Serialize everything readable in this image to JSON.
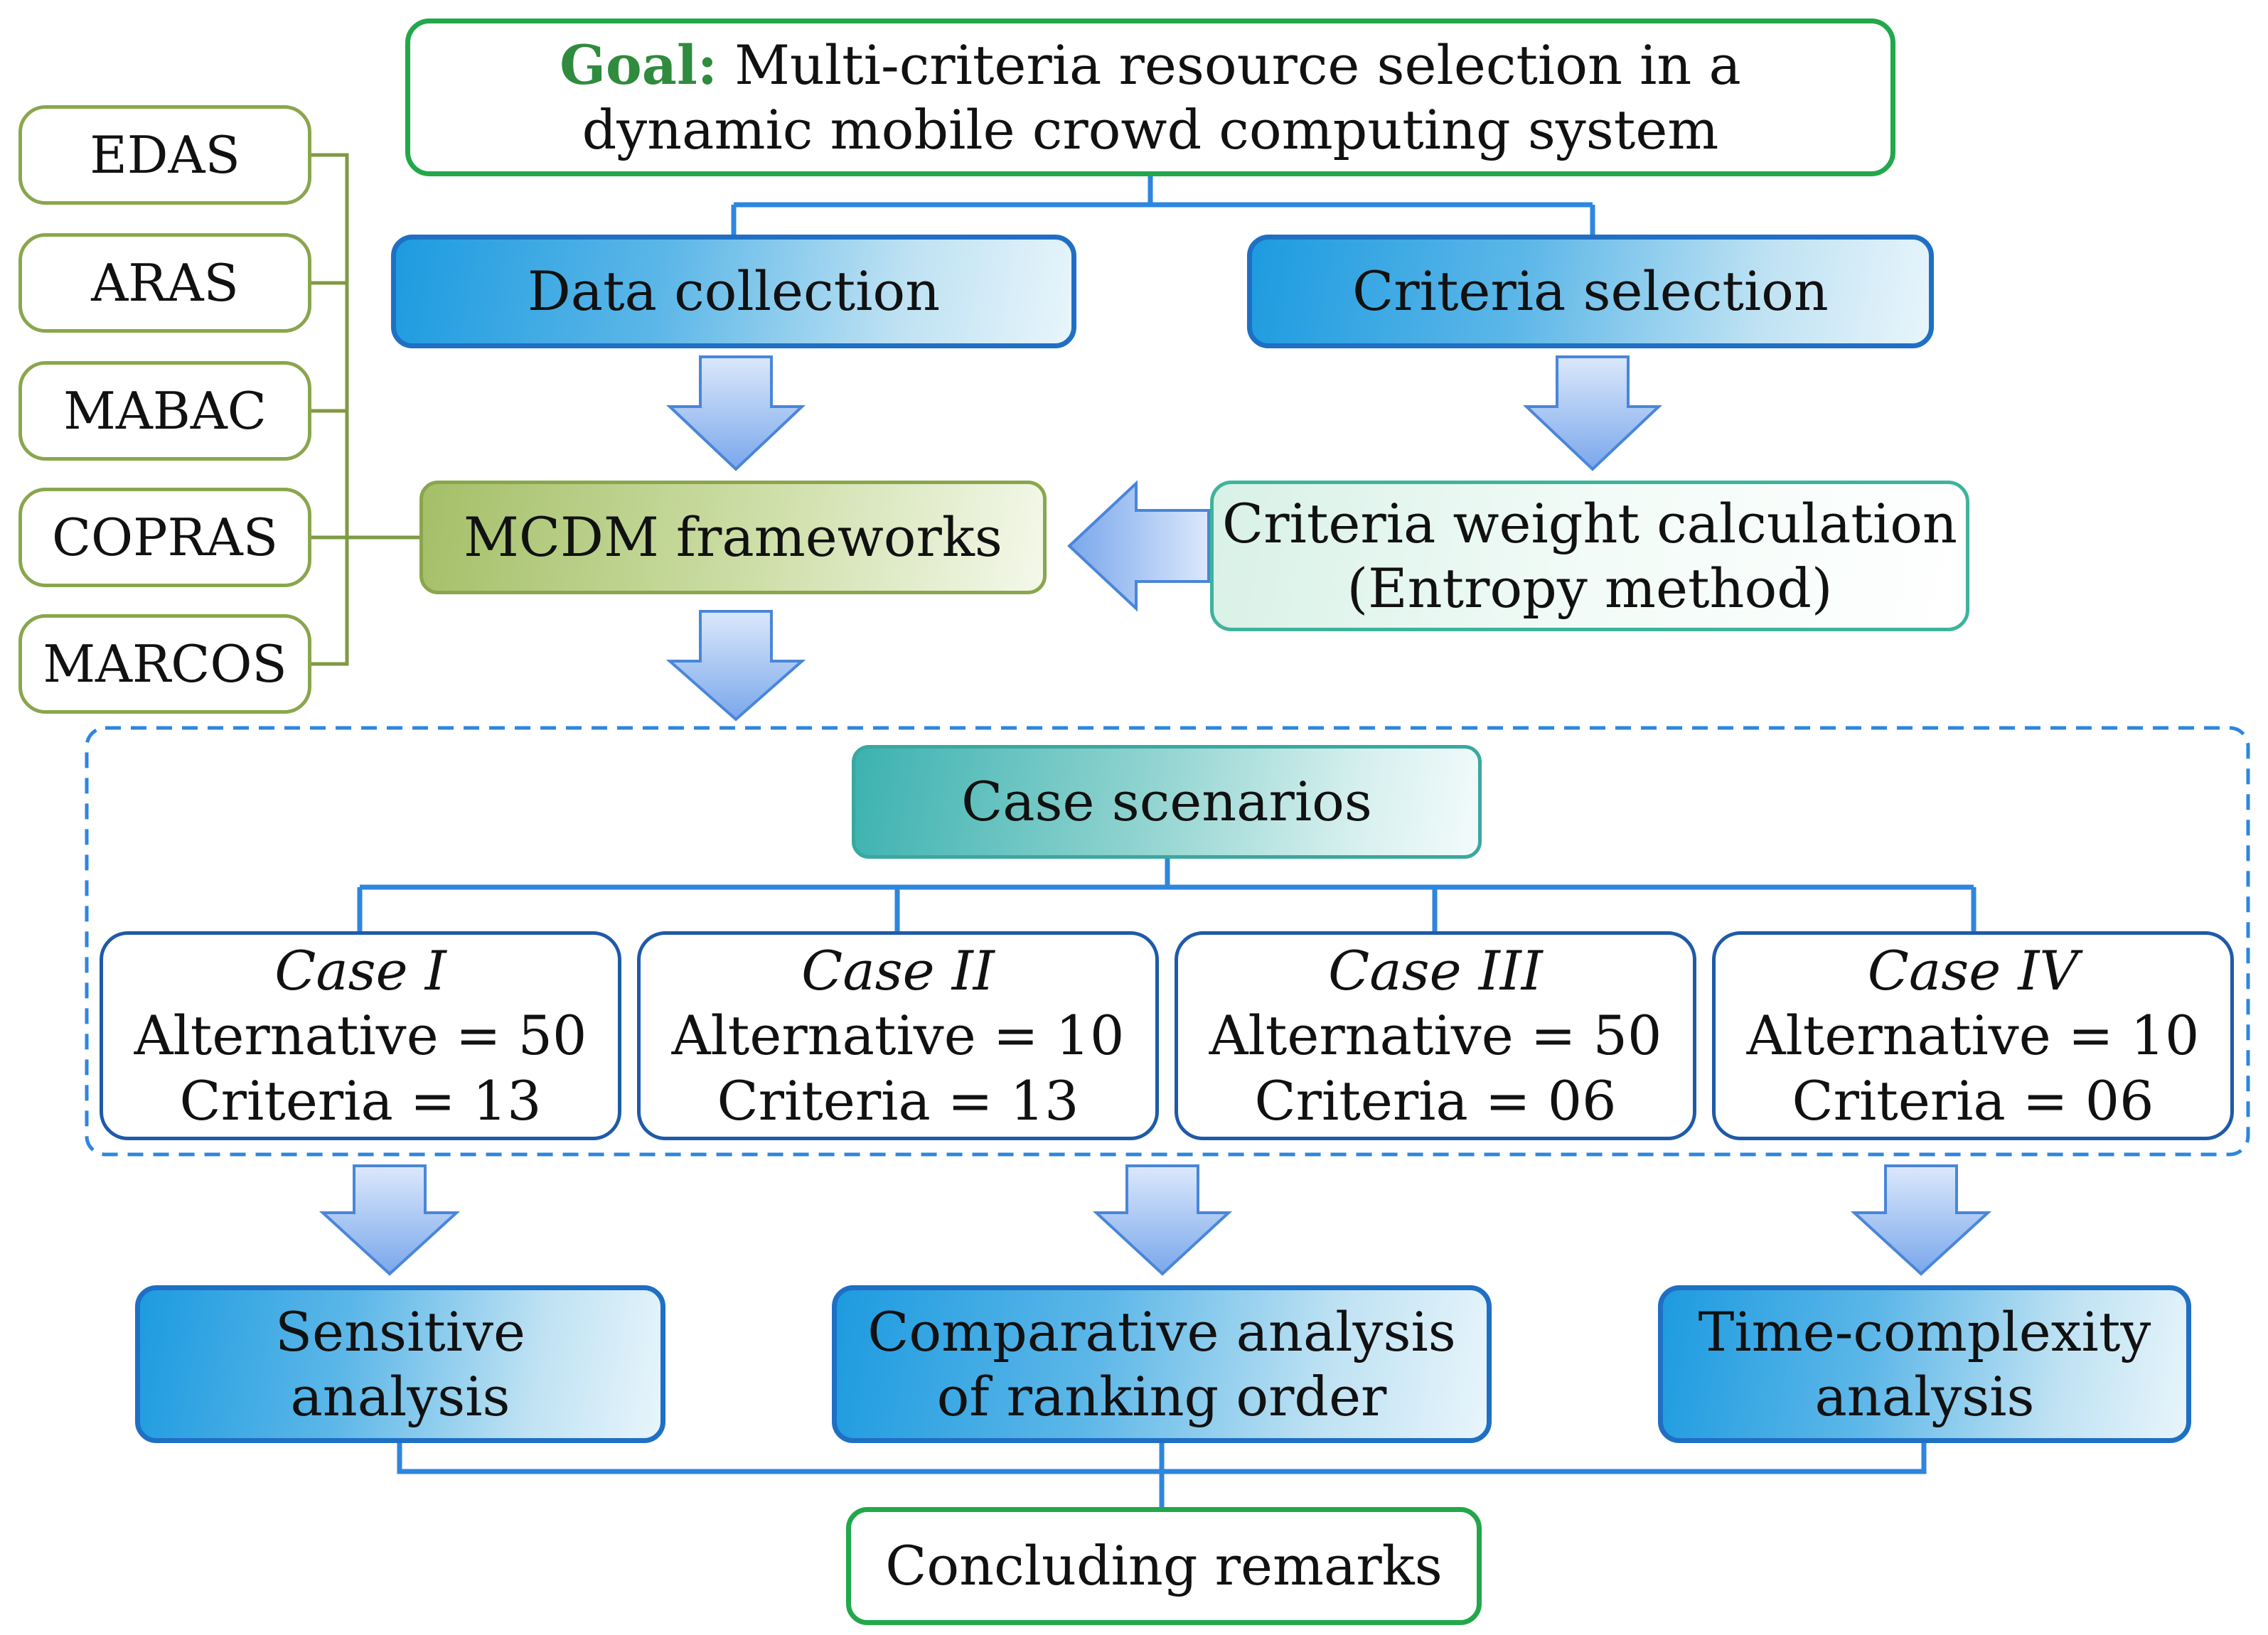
{
  "goal": {
    "label": "Goal:",
    "line1": "Multi-criteria resource selection in a",
    "line2": "dynamic mobile crowd computing system"
  },
  "data_collection": "Data collection",
  "criteria_selection": "Criteria selection",
  "mcdm_frameworks": "MCDM frameworks",
  "criteria_weight": {
    "line1": "Criteria weight calculation",
    "line2": "(Entropy method)"
  },
  "methods": [
    "EDAS",
    "ARAS",
    "MABAC",
    "COPRAS",
    "MARCOS"
  ],
  "case_scenarios": "Case scenarios",
  "cases": [
    {
      "name": "Case I",
      "alternative": "Alternative = 50",
      "criteria": "Criteria = 13"
    },
    {
      "name": "Case II",
      "alternative": "Alternative = 10",
      "criteria": "Criteria = 13"
    },
    {
      "name": "Case III",
      "alternative": "Alternative = 50",
      "criteria": "Criteria = 06"
    },
    {
      "name": "Case IV",
      "alternative": "Alternative = 10",
      "criteria": "Criteria = 06"
    }
  ],
  "analyses": {
    "sensitive": {
      "line1": "Sensitive",
      "line2": "analysis"
    },
    "comparative": {
      "line1": "Comparative analysis",
      "line2": "of ranking order"
    },
    "time": {
      "line1": "Time-complexity",
      "line2": "analysis"
    }
  },
  "concluding": "Concluding remarks",
  "colors": {
    "connector_blue": "#2e86de",
    "connector_green": "#7f9a45",
    "goal_green": "#2f8b3d",
    "dashed_border": "#2e86de"
  }
}
